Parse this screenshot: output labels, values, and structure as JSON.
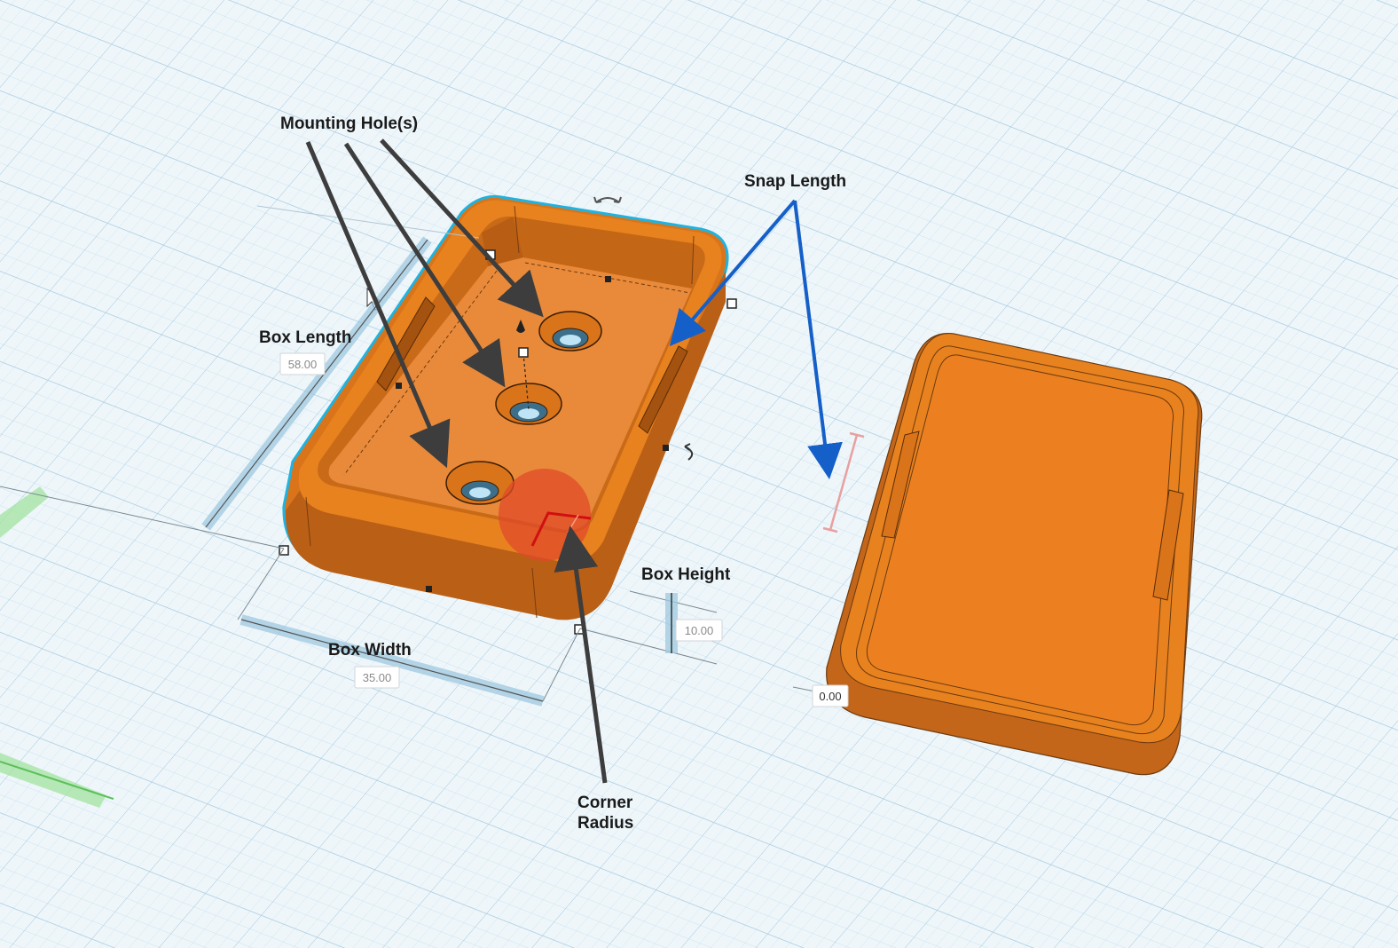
{
  "canvas": {
    "background": "#eef6fa",
    "grid_color": "#b9d6e6",
    "object_color": "#e8821f",
    "selection_color": "#1fb3e0"
  },
  "callouts": {
    "mounting_holes": "Mounting Hole(s)",
    "snap_length": "Snap Length",
    "box_length": "Box Length",
    "box_height": "Box Height",
    "box_width": "Box Width",
    "corner_radius_line1": "Corner",
    "corner_radius_line2": "Radius"
  },
  "dimensions": {
    "box_length": "58.00",
    "box_height": "10.00",
    "box_width": "35.00",
    "elevation": "0.00"
  },
  "icons": {
    "rotate_handle": "rotate-arrow-icon",
    "cone_handle": "lift-cone-icon",
    "cursor": "mouse-pointer-icon"
  }
}
